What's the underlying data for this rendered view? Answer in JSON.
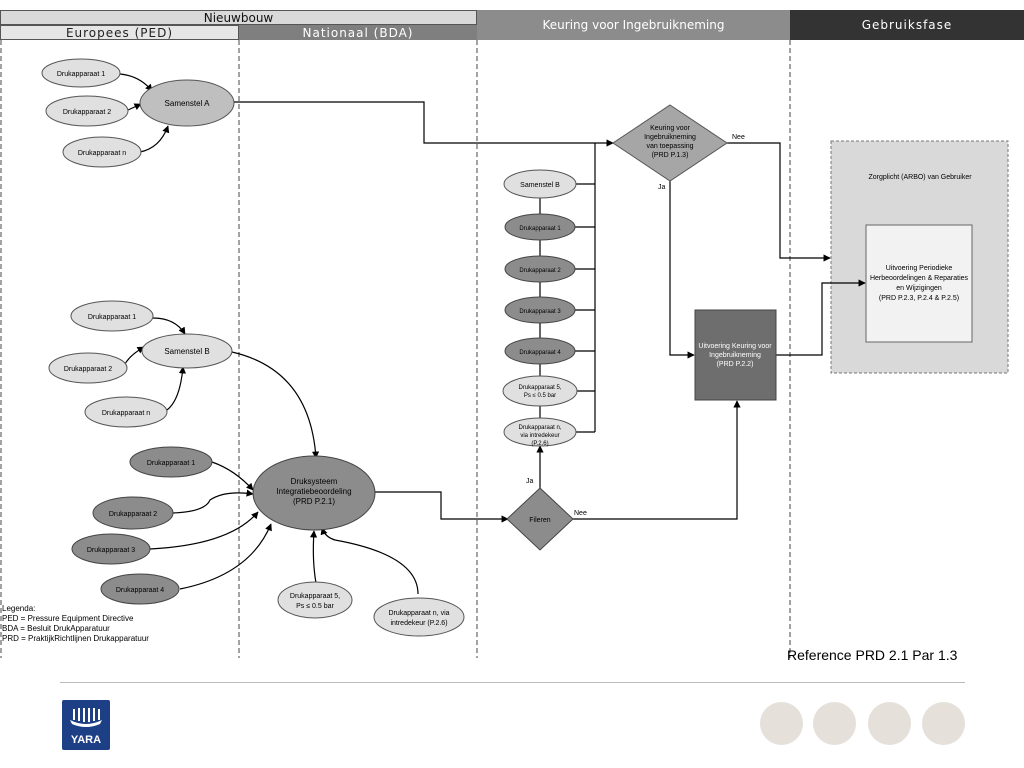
{
  "header": {
    "nieuwbouw": "Nieuwbouw",
    "keuring": "Keuring voor Ingebruikneming",
    "gebruiksfase": "Gebruiksfase",
    "europees": "Europees (PED)",
    "nationaal": "Nationaal (BDA)"
  },
  "group_a": {
    "d1": "Drukapparaat 1",
    "d2": "Drukapparaat 2",
    "dn": "Drukapparaat n",
    "samenstel": "Samenstel A"
  },
  "group_b": {
    "d1": "Drukapparaat 1",
    "d2": "Drukapparaat 2",
    "dn": "Drukapparaat n",
    "samenstel": "Samenstel B"
  },
  "group_c": {
    "d1": "Drukapparaat 1",
    "d2": "Drukapparaat 2",
    "d3": "Drukapparaat 3",
    "d4": "Drukapparaat 4",
    "d5_l1": "Drukapparaat 5,",
    "d5_l2": "Ps ≤ 0.5 bar",
    "dn_l1": "Drukapparaat n, via",
    "dn_l2": "intredekeur (P.2.6)",
    "druksysteem_l1": "Druksysteem",
    "druksysteem_l2": "Integratiebeoordeling",
    "druksysteem_l3": "(PRD P.2.1)"
  },
  "keuring_column": {
    "samenstel_b": "Samenstel B",
    "d1": "Drukapparaat 1",
    "d2": "Drukapparaat 2",
    "d3": "Drukapparaat 3",
    "d4": "Drukapparaat 4",
    "d5_l1": "Drukapparaat 5,",
    "d5_l2": "Ps ≤ 0.5 bar",
    "dn_l1": "Drukapparaat n,",
    "dn_l2": "via intredekeur",
    "dn_l3": "(P.2.6)"
  },
  "decision_keuring": {
    "l1": "Keuring voor",
    "l2": "Ingebruikneming",
    "l3": "van toepassing",
    "l4": "(PRD P.1.3)",
    "ja": "Ja",
    "nee": "Nee"
  },
  "decision_filteren": {
    "label": "Fileren",
    "ja": "Ja",
    "nee": "Nee"
  },
  "uitvoering_keuring": {
    "l1": "Uitvoering Keuring voor",
    "l2": "Ingebruikneming",
    "l3": "(PRD P.2.2)"
  },
  "zorgplicht": {
    "title": "Zorgplicht (ARBO) van Gebruiker",
    "l1": "Uitvoering Periodieke",
    "l2": "Herbeoordelingen & Reparaties",
    "l3": "en  Wijzigingen",
    "l4": "(PRD P.2.3, P.2.4 & P.2.5)"
  },
  "legend": {
    "title": "Legenda:",
    "ped": "PED = Pressure Equipment Directive",
    "bda": "BDA = Besluit DrukApparatuur",
    "prd": "PRD = PraktijkRichtlijnen Drukapparatuur"
  },
  "reference": "Reference PRD 2.1 Par 1.3",
  "logo": "YARA",
  "colors": {
    "ellipse_light": "#e0e0e0",
    "ellipse_mid": "#bfbfbf",
    "ellipse_dark": "#8c8c8c",
    "box_dark": "#6e6e6e",
    "zorgplicht_bg": "#d9d9d9",
    "logo_blue": "#1d3f86"
  }
}
